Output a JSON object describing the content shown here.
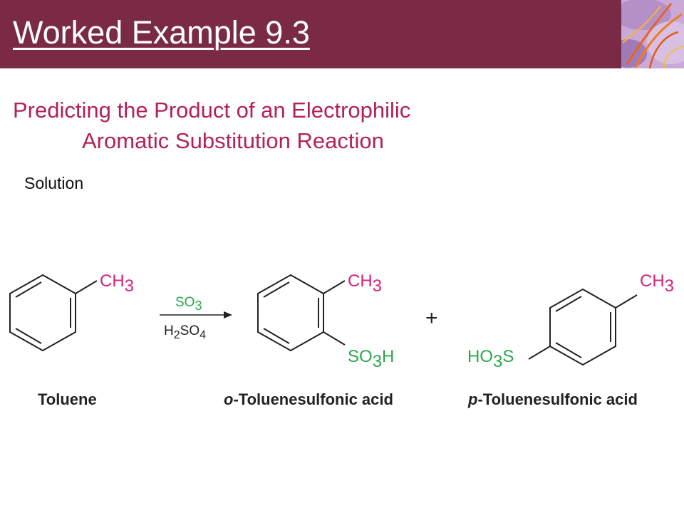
{
  "header": {
    "title": "Worked Example 9.3",
    "image_icon": "saffron-flower-image"
  },
  "subtitle": {
    "line1": "Predicting the Product of an Electrophilic",
    "line2": "Aromatic Substitution Reaction"
  },
  "section_label": "Solution",
  "reaction": {
    "reagent_top": {
      "main": "SO",
      "sub": "3"
    },
    "reagent_bottom": {
      "a": "H",
      "sub1": "2",
      "b": "SO",
      "sub2": "4"
    },
    "plus": "+",
    "groups": {
      "methyl": {
        "main": "CH",
        "sub": "3"
      },
      "sulfonic_ortho": {
        "main": "SO",
        "sub": "3",
        "tail": "H"
      },
      "sulfonic_para": {
        "main": "HO",
        "sub": "3",
        "tail": "S"
      }
    },
    "colors": {
      "methyl": "#d4237b",
      "sulfonic": "#2aa84a",
      "bond": "#222222"
    }
  },
  "compounds": {
    "toluene": {
      "italic": "",
      "name": "Toluene"
    },
    "ortho": {
      "italic": "o",
      "name": "-Toluenesulfonic acid"
    },
    "para": {
      "italic": "p",
      "name": "-Toluenesulfonic acid"
    }
  },
  "colors": {
    "header_bg": "#7a2a45",
    "subtitle": "#b2215a"
  }
}
